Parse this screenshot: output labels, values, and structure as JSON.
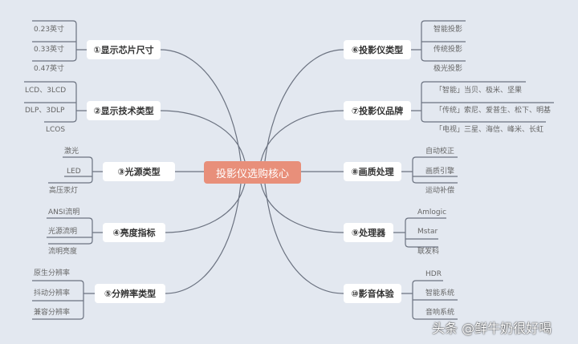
{
  "root": {
    "label": "投影仪选购核心",
    "color": "#e88f7a"
  },
  "branches": [
    {
      "label": "①显示芯片尺寸",
      "leaves": [
        "0.23英寸",
        "0.33英寸",
        "0.47英寸"
      ]
    },
    {
      "label": "②显示技术类型",
      "leaves": [
        "LCD、3LCD",
        "DLP、3DLP",
        "LCOS"
      ]
    },
    {
      "label": "③光源类型",
      "leaves": [
        "激光",
        "LED",
        "高压汞灯"
      ]
    },
    {
      "label": "④亮度指标",
      "leaves": [
        "ANSI流明",
        "光源流明",
        "流明亮度"
      ]
    },
    {
      "label": "⑤分辨率类型",
      "leaves": [
        "原生分辨率",
        "抖动分辨率",
        "兼容分辨率"
      ]
    },
    {
      "label": "⑥投影仪类型",
      "leaves": [
        "智能投影",
        "传统投影",
        "极光投影"
      ]
    },
    {
      "label": "⑦投影仪品牌",
      "leaves": [
        "「智能」当贝、极米、坚果",
        "「传统」索尼、爱普生、松下、明基",
        "「电视」三星、海信、峰米、长虹"
      ]
    },
    {
      "label": "⑧画质处理",
      "leaves": [
        "自动校正",
        "画质引擎",
        "运动补偿"
      ]
    },
    {
      "label": "⑨处理器",
      "leaves": [
        "Amlogic",
        "Mstar",
        "联发科"
      ]
    },
    {
      "label": "⑩影音体验",
      "leaves": [
        "HDR",
        "智能系统",
        "音响系统"
      ]
    }
  ],
  "watermark": "头条 @鲜牛奶很好喝",
  "colors": {
    "background": "#e3e8f0",
    "line": "#6b7280"
  }
}
